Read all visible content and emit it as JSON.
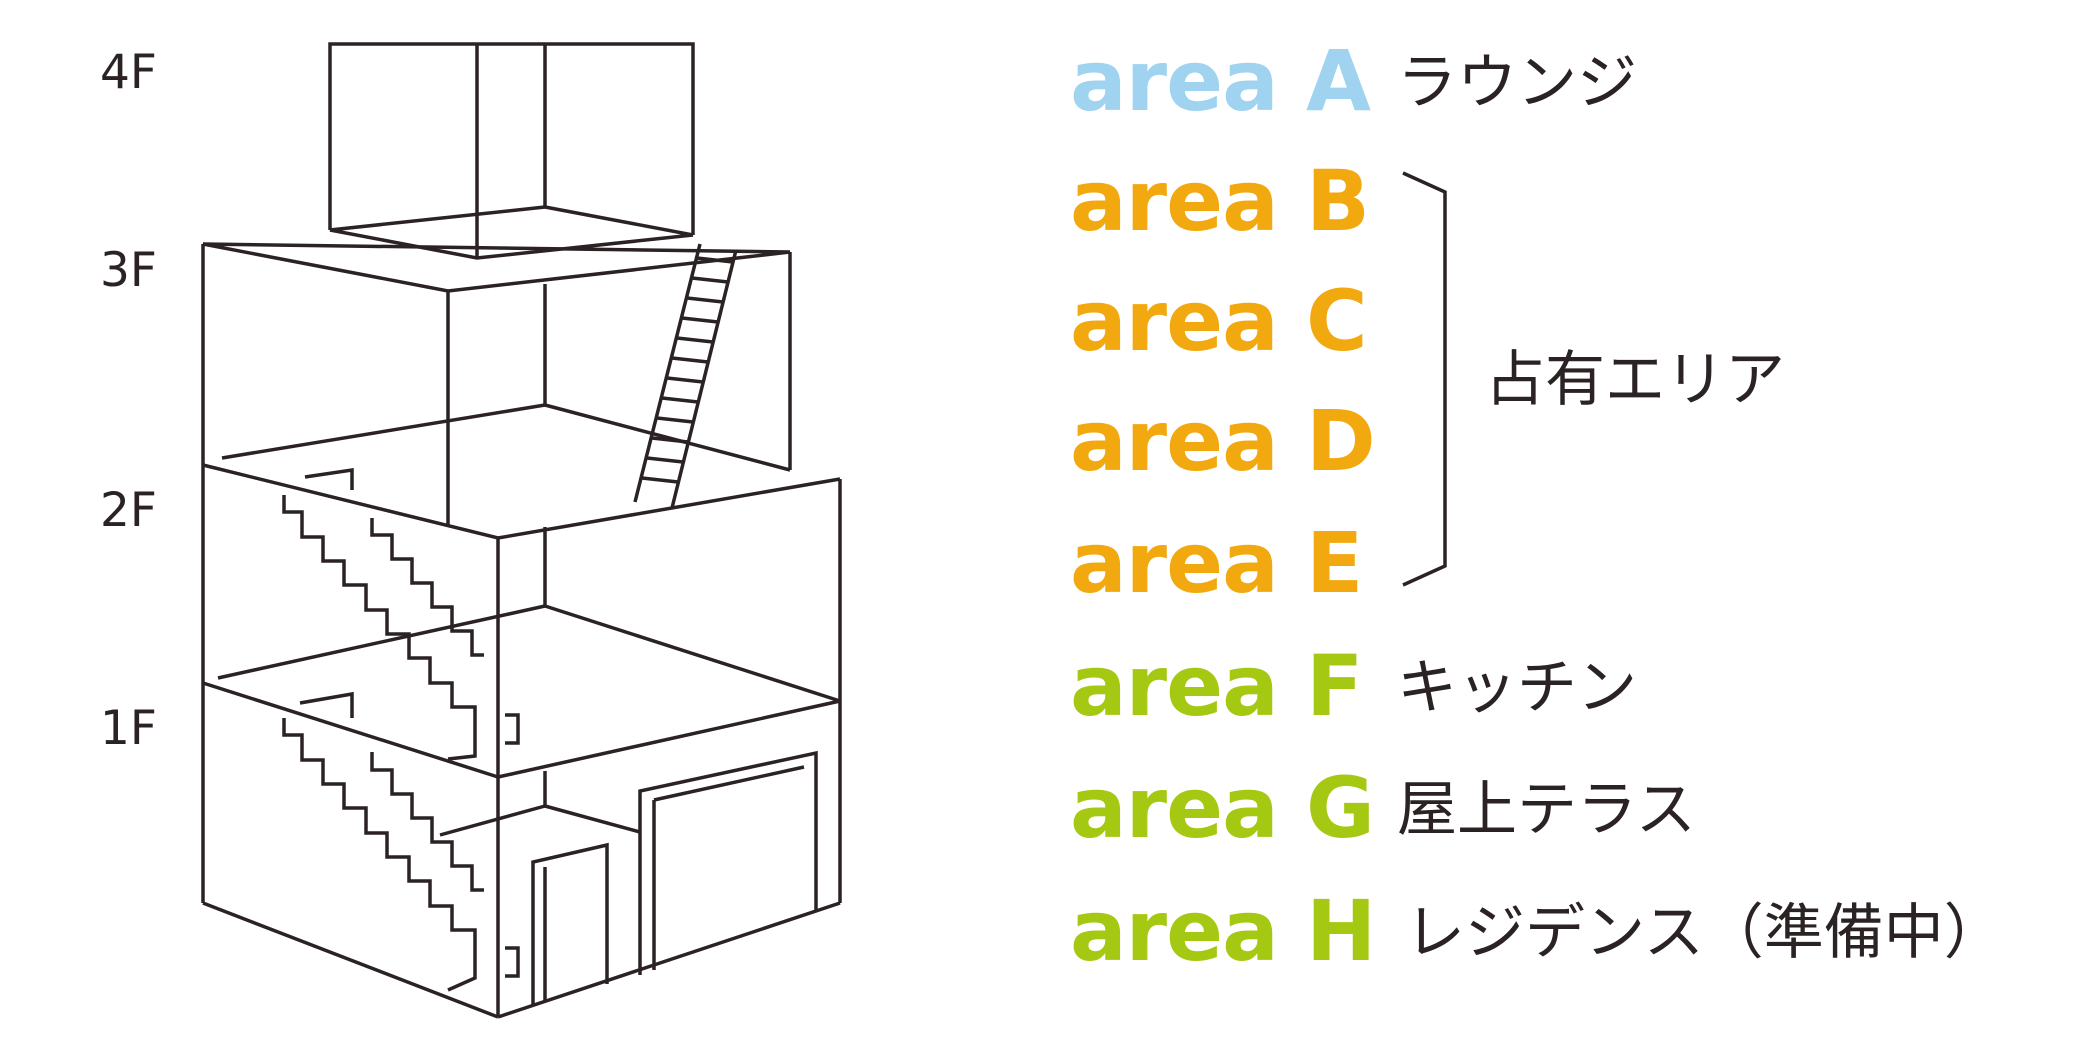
{
  "floors": [
    {
      "id": "4f",
      "label": "4F"
    },
    {
      "id": "3f",
      "label": "3F"
    },
    {
      "id": "2f",
      "label": "2F"
    },
    {
      "id": "1f",
      "label": "1F"
    }
  ],
  "areas": [
    {
      "id": "a",
      "label": "area A",
      "color": "#9fd3f0",
      "description": "ラウンジ"
    },
    {
      "id": "b",
      "label": "area B",
      "color": "#f2a90f"
    },
    {
      "id": "c",
      "label": "area C",
      "color": "#f2a90f"
    },
    {
      "id": "d",
      "label": "area D",
      "color": "#f2a90f"
    },
    {
      "id": "e",
      "label": "area E",
      "color": "#f2a90f"
    },
    {
      "id": "f",
      "label": "area F",
      "color": "#a5c812",
      "description": "キッチン"
    },
    {
      "id": "g",
      "label": "area G",
      "color": "#a5c812",
      "description": "屋上テラス"
    },
    {
      "id": "h",
      "label": "area H",
      "color": "#a5c812",
      "description": "レジデンス（準備中）"
    }
  ],
  "group": {
    "label": "占有エリア"
  },
  "line_color": "#2b2223"
}
